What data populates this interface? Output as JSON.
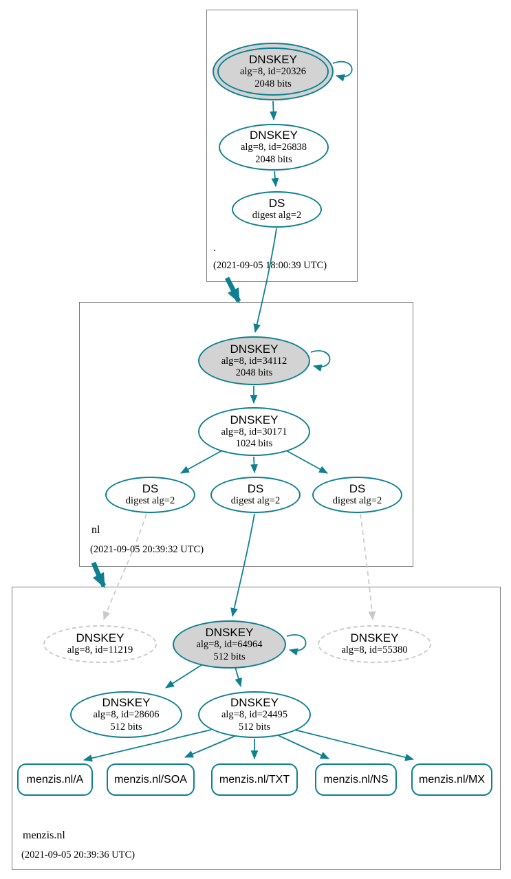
{
  "colors": {
    "edge_secure": "#0e8091",
    "edge_insecure": "#c9c9c9",
    "ksk_fill": "#d3d3d3",
    "zone_border": "#7a7a7a"
  },
  "zones": [
    {
      "name": ".",
      "timestamp": "(2021-09-05 18:00:39 UTC)",
      "nodes": {
        "ksk": {
          "title": "DNSKEY",
          "detail": "alg=8, id=20326",
          "bits": "2048 bits"
        },
        "zsk": {
          "title": "DNSKEY",
          "detail": "alg=8, id=26838",
          "bits": "2048 bits"
        },
        "ds": {
          "title": "DS",
          "detail": "digest alg=2"
        }
      }
    },
    {
      "name": "nl",
      "timestamp": "(2021-09-05 20:39:32 UTC)",
      "nodes": {
        "ksk": {
          "title": "DNSKEY",
          "detail": "alg=8, id=34112",
          "bits": "2048 bits"
        },
        "zsk": {
          "title": "DNSKEY",
          "detail": "alg=8, id=30171",
          "bits": "1024 bits"
        },
        "ds1": {
          "title": "DS",
          "detail": "digest alg=2"
        },
        "ds2": {
          "title": "DS",
          "detail": "digest alg=2"
        },
        "ds3": {
          "title": "DS",
          "detail": "digest alg=2"
        }
      }
    },
    {
      "name": "menzis.nl",
      "timestamp": "(2021-09-05 20:39:36 UTC)",
      "nodes": {
        "dnskey_11219": {
          "title": "DNSKEY",
          "detail": "alg=8, id=11219"
        },
        "ksk": {
          "title": "DNSKEY",
          "detail": "alg=8, id=64964",
          "bits": "512 bits"
        },
        "dnskey_55380": {
          "title": "DNSKEY",
          "detail": "alg=8, id=55380"
        },
        "zsk1": {
          "title": "DNSKEY",
          "detail": "alg=8, id=28606",
          "bits": "512 bits"
        },
        "zsk2": {
          "title": "DNSKEY",
          "detail": "alg=8, id=24495",
          "bits": "512 bits"
        }
      },
      "rrsets": {
        "a": "menzis.nl/A",
        "soa": "menzis.nl/SOA",
        "txt": "menzis.nl/TXT",
        "ns": "menzis.nl/NS",
        "mx": "menzis.nl/MX"
      }
    }
  ]
}
